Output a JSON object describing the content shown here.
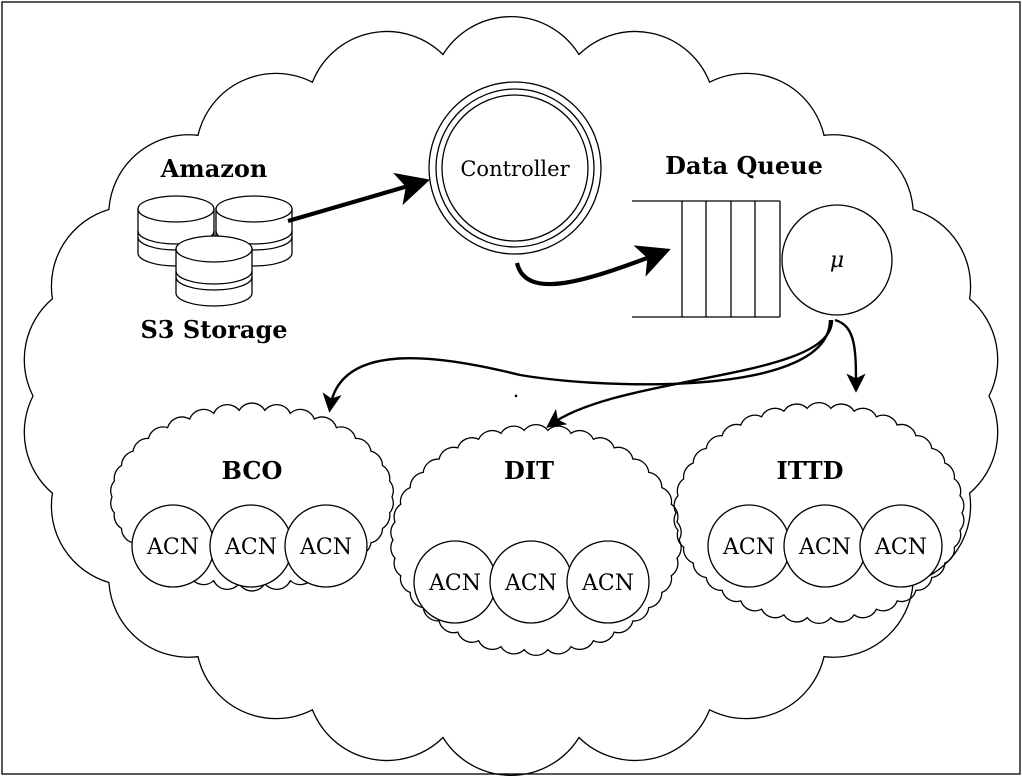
{
  "storage": {
    "title_top": "Amazon",
    "title_bottom": "S3 Storage",
    "icon": "database-cylinders-icon"
  },
  "controller": {
    "label": "Controller"
  },
  "queue": {
    "title": "Data Queue",
    "server_label": "μ"
  },
  "clusters": [
    {
      "name": "BCO",
      "nodes": [
        "ACN",
        "ACN",
        "ACN"
      ]
    },
    {
      "name": "DIT",
      "nodes": [
        "ACN",
        "ACN",
        "ACN"
      ]
    },
    {
      "name": "ITTD",
      "nodes": [
        "ACN",
        "ACN",
        "ACN"
      ]
    }
  ],
  "stray_mark": "."
}
